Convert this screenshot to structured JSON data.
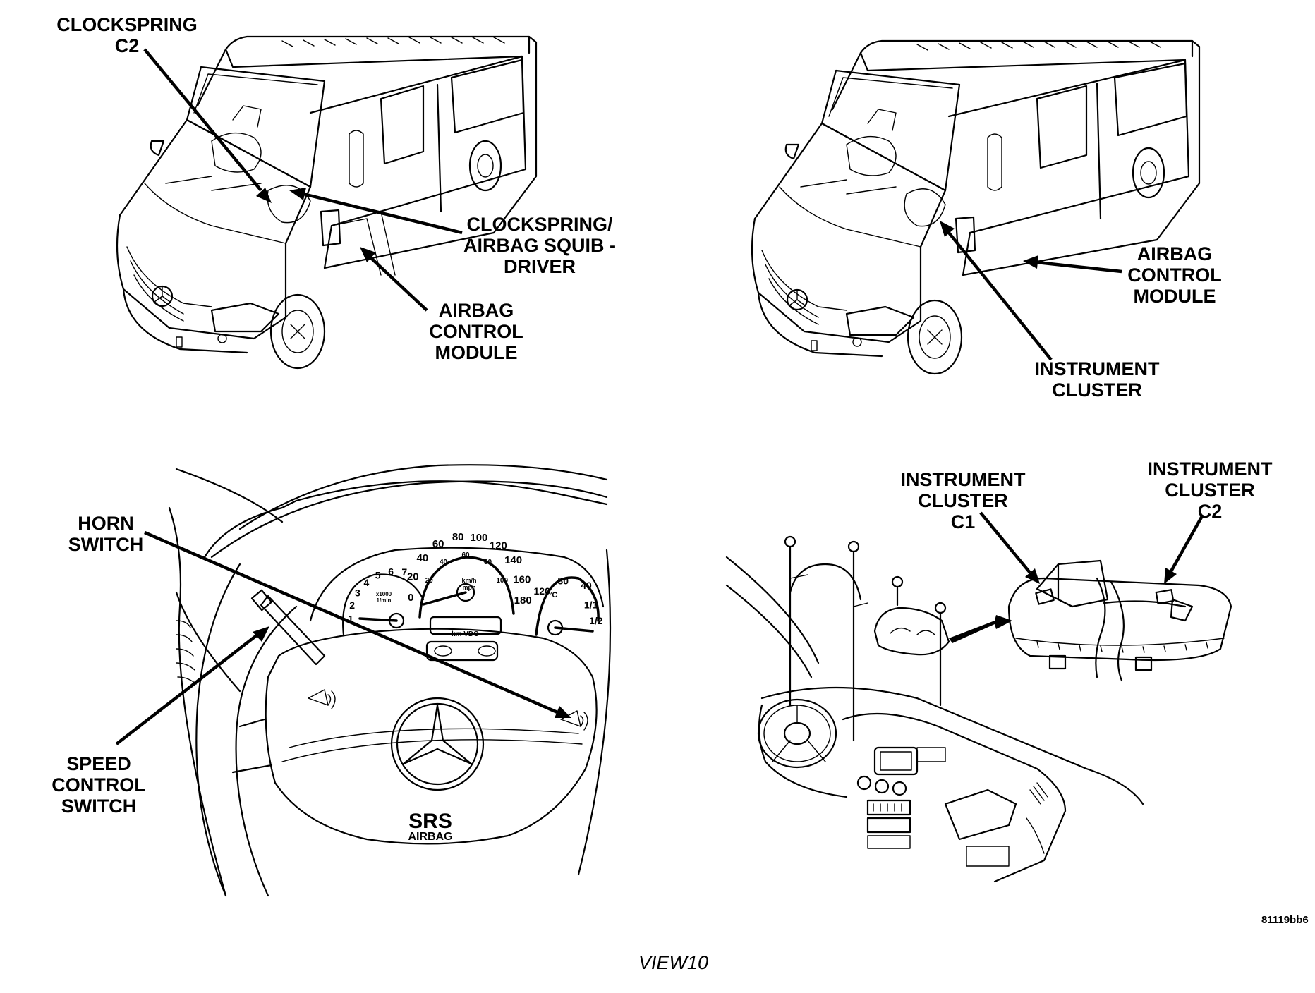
{
  "panels": {
    "top_left": {
      "callouts": {
        "clockspring_c2": "CLOCKSPRING\nC2",
        "clockspring_airbag_squib": "CLOCKSPRING/\nAIRBAG SQUIB -\nDRIVER",
        "airbag_control_module": "AIRBAG\nCONTROL\nMODULE"
      }
    },
    "top_right": {
      "callouts": {
        "airbag_control_module": "AIRBAG\nCONTROL\nMODULE",
        "instrument_cluster": "INSTRUMENT\nCLUSTER"
      }
    },
    "bottom_left": {
      "callouts": {
        "horn_switch": "HORN\nSWITCH",
        "speed_control_switch": "SPEED\nCONTROL\nSWITCH"
      },
      "airbag_text": {
        "line1": "SRS",
        "line2": "AIRBAG"
      },
      "speedometer_ticks": [
        "0",
        "20",
        "40",
        "60",
        "80",
        "100",
        "120",
        "140",
        "160",
        "180"
      ],
      "speedometer_inner_ticks": [
        "20",
        "40",
        "60",
        "80",
        "100"
      ],
      "speedometer_unit": "km/h\nmph",
      "tach_ticks": [
        "1",
        "2",
        "3",
        "4",
        "5",
        "6",
        "7"
      ],
      "tach_unit": "x1000\n1/min",
      "temp_ticks": [
        "120",
        "80",
        "40"
      ],
      "temp_unit": "°C",
      "fuel_ticks": [
        "1/1",
        "1/2"
      ],
      "odo_text": "km  VDO"
    },
    "bottom_right": {
      "callouts": {
        "instrument_cluster_c1": "INSTRUMENT\nCLUSTER\nC1",
        "instrument_cluster_c2": "INSTRUMENT\nCLUSTER\nC2"
      }
    }
  },
  "figure_id": "81119bb6",
  "caption": "VIEW10"
}
